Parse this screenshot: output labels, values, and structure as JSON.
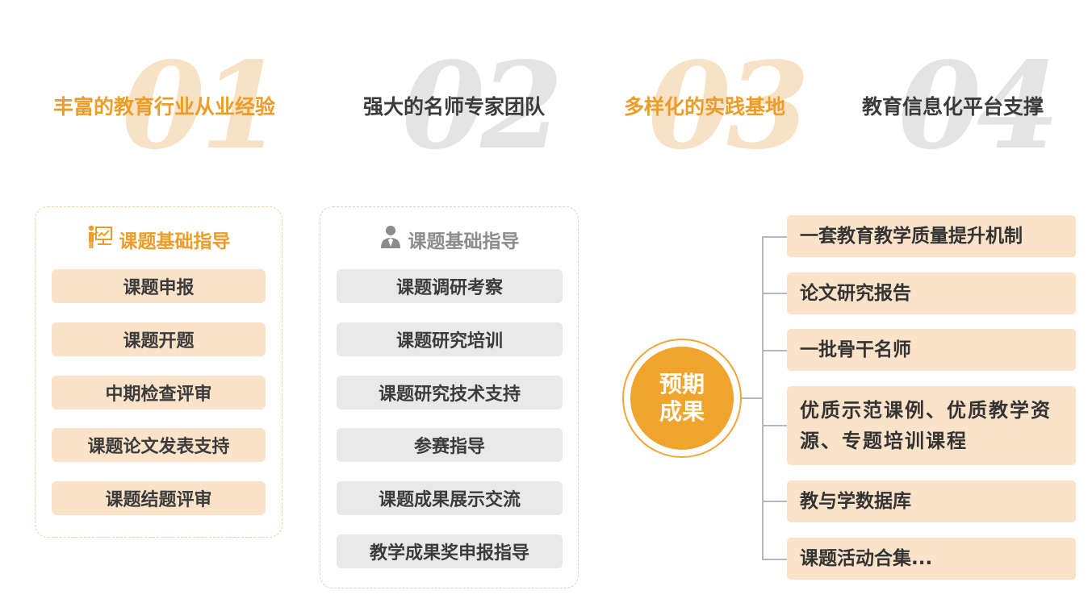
{
  "features": [
    {
      "num": "01",
      "label": "丰富的教育行业从业经验"
    },
    {
      "num": "02",
      "label": "强大的名师专家团队"
    },
    {
      "num": "03",
      "label": "多样化的实践基地"
    },
    {
      "num": "04",
      "label": "教育信息化平台支撑"
    }
  ],
  "panel_left": {
    "title": "课题基础指导",
    "icon": "teacher-board-icon",
    "items": [
      "课题申报",
      "课题开题",
      "中期检查评审",
      "课题论文发表支持",
      "课题结题评审"
    ]
  },
  "panel_middle": {
    "title": "课题基础指导",
    "icon": "user-profile-icon",
    "items": [
      "课题调研考察",
      "课题研究培训",
      "课题研究技术支持",
      "参赛指导",
      "课题成果展示交流",
      "教学成果奖申报指导"
    ]
  },
  "outcome_center": {
    "line1": "预期",
    "line2": "成果"
  },
  "outcomes": [
    "一套教育教学质量提升机制",
    "论文研究报告",
    "一批骨干名师",
    "优质示范课例、优质教学资源、专题培训课程",
    "教与学数据库",
    "课题活动合集..."
  ],
  "colors": {
    "accent_orange": "#ec9c27",
    "pill_orange": "#fbe3c9",
    "pill_gray": "#e9e9e9",
    "text_dark": "#3b3b3b"
  }
}
